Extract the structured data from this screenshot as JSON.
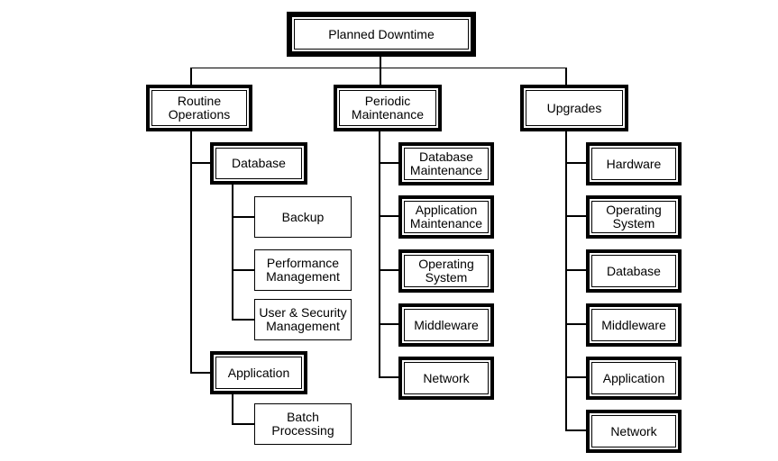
{
  "diagram": {
    "root": {
      "label": "Planned Downtime"
    },
    "branches": [
      {
        "label": "Routine Operations",
        "children": [
          {
            "label": "Database",
            "children": [
              "Backup",
              "Performance Management",
              "User & Security Management"
            ]
          },
          {
            "label": "Application",
            "children": [
              "Batch Processing"
            ]
          }
        ]
      },
      {
        "label": "Periodic Maintenance",
        "children": [
          "Database Maintenance",
          "Application Maintenance",
          "Operating System",
          "Middleware",
          "Network"
        ]
      },
      {
        "label": "Upgrades",
        "children": [
          "Hardware",
          "Operating System",
          "Database",
          "Middleware",
          "Application",
          "Network"
        ]
      }
    ],
    "colors": {
      "ink": "#000000",
      "background": "#ffffff"
    }
  }
}
